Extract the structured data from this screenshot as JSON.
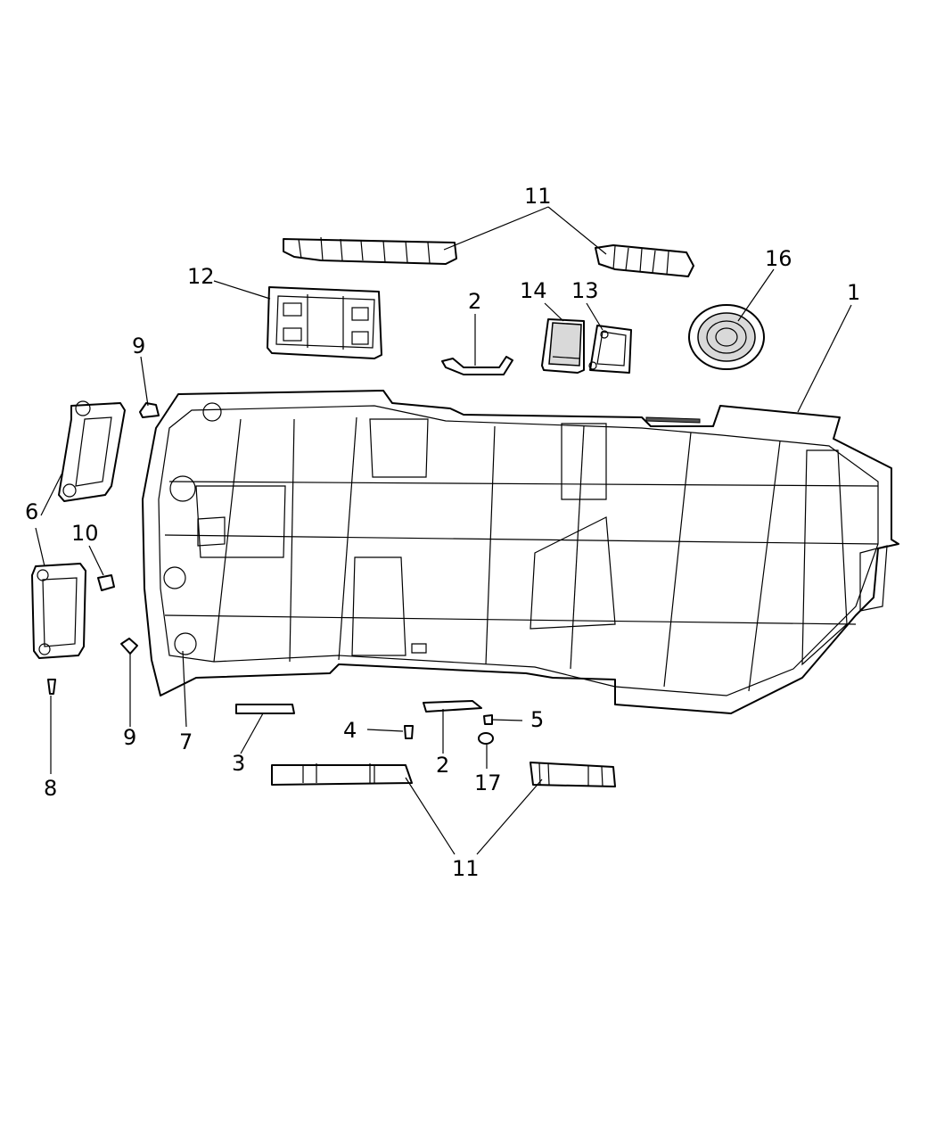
{
  "callouts": {
    "c1": "1",
    "c2_top": "2",
    "c2_bottom": "2",
    "c3": "3",
    "c4": "4",
    "c5": "5",
    "c6": "6",
    "c7": "7",
    "c8": "8",
    "c9_top": "9",
    "c9_bottom": "9",
    "c10": "10",
    "c11_top": "11",
    "c11_bottom": "11",
    "c12": "12",
    "c13": "13",
    "c14": "14",
    "c16": "16",
    "c17": "17"
  },
  "colors": {
    "line": "#000000",
    "background": "#ffffff",
    "shade": "#d9d9d9"
  }
}
